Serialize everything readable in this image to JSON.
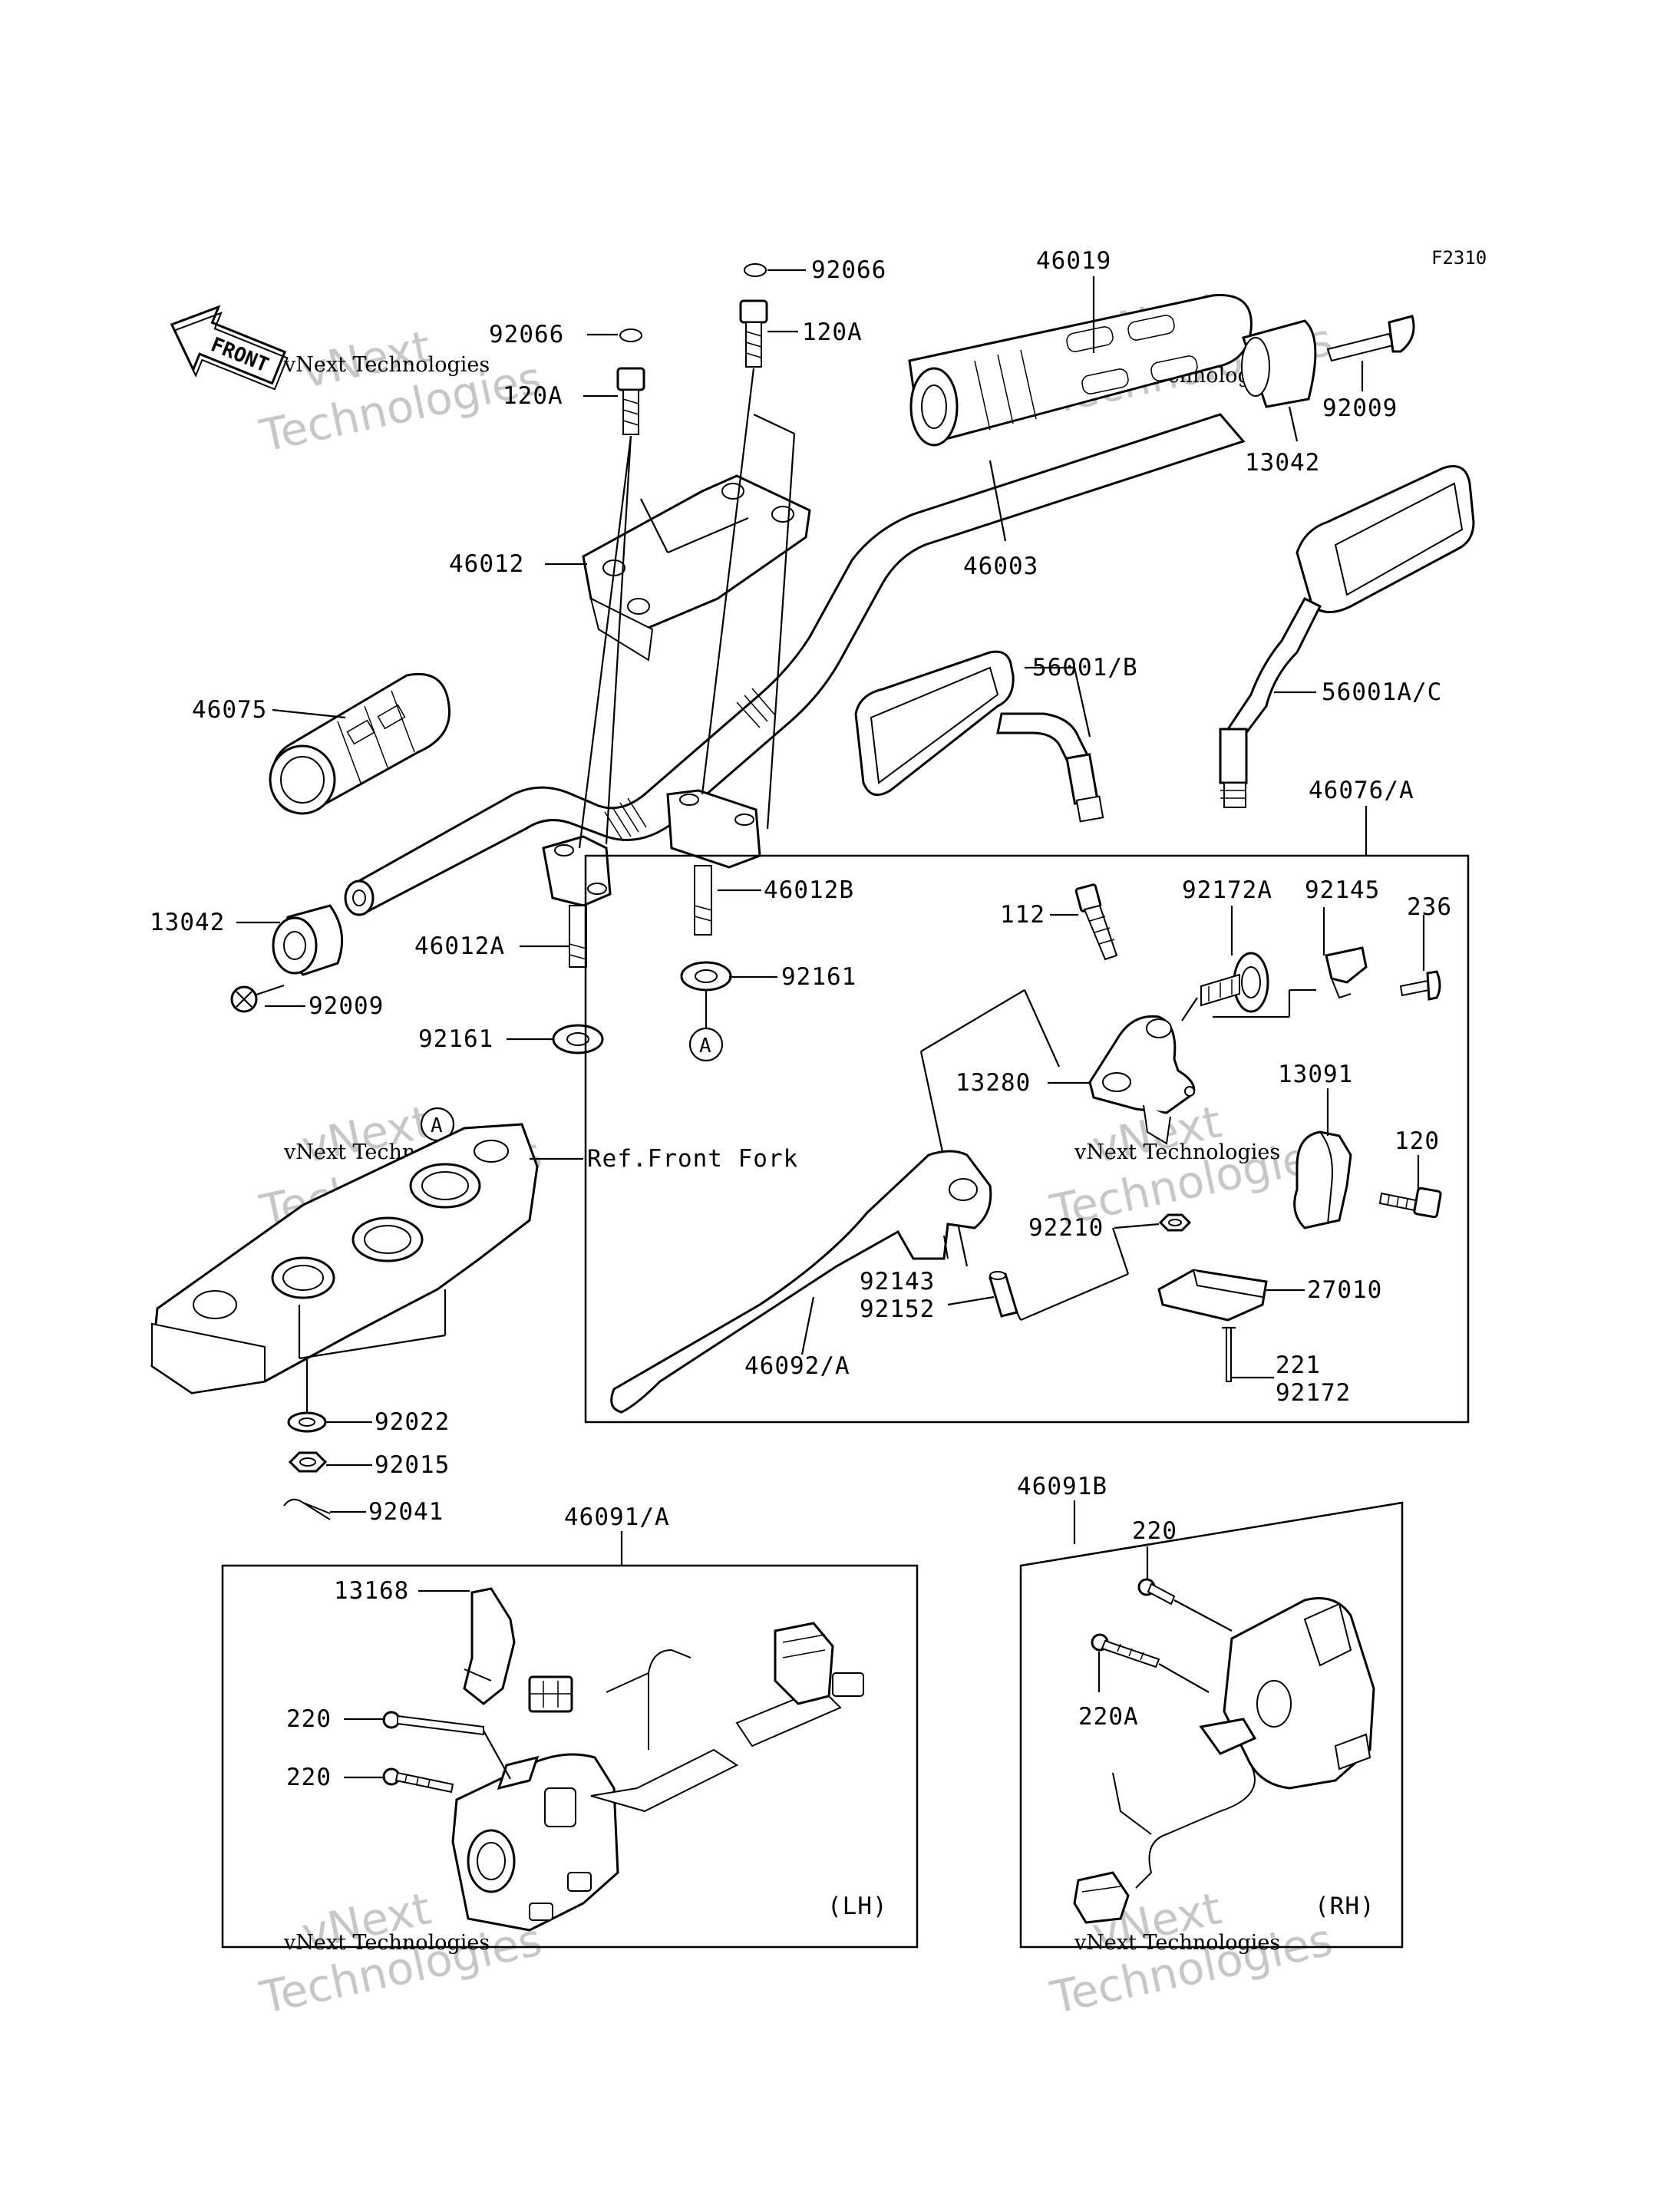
{
  "figure_code": "F2310",
  "front_arrow_label": "FRONT",
  "box_labels": {
    "lh": "(LH)",
    "rh": "(RH)"
  },
  "watermark": {
    "line1": "vNext",
    "line2": "Technologies",
    "small": "vNext Technologies"
  },
  "ref_label": "Ref.Front Fork",
  "circle_ref": "A",
  "labels": {
    "p92066_top": "92066",
    "p46019": "46019",
    "p92066_left": "92066",
    "p120A_top": "120A",
    "p120A_left": "120A",
    "p92009_top": "92009",
    "p13042_top": "13042",
    "p46012": "46012",
    "p46003": "46003",
    "p46075": "46075",
    "p56001B": "56001/B",
    "p56001AC": "56001A/C",
    "p46076A": "46076/A",
    "p13042_left": "13042",
    "p46012B": "46012B",
    "p46012A": "46012A",
    "p92161_right": "92161",
    "p92009_left": "92009",
    "p92161_left": "92161",
    "p112": "112",
    "p92172A": "92172A",
    "p92145": "92145",
    "p236": "236",
    "p13280": "13280",
    "p13091": "13091",
    "p120": "120",
    "p92210": "92210",
    "p92143": "92143",
    "p92152": "92152",
    "p27010": "27010",
    "p221": "221",
    "p92172": "92172",
    "p46092A": "46092/A",
    "p92022": "92022",
    "p92015": "92015",
    "p92041": "92041",
    "p46091A": "46091/A",
    "p46091B": "46091B",
    "p13168": "13168",
    "p220_lh1": "220",
    "p220_lh2": "220",
    "p220_rh": "220",
    "p220A": "220A"
  }
}
